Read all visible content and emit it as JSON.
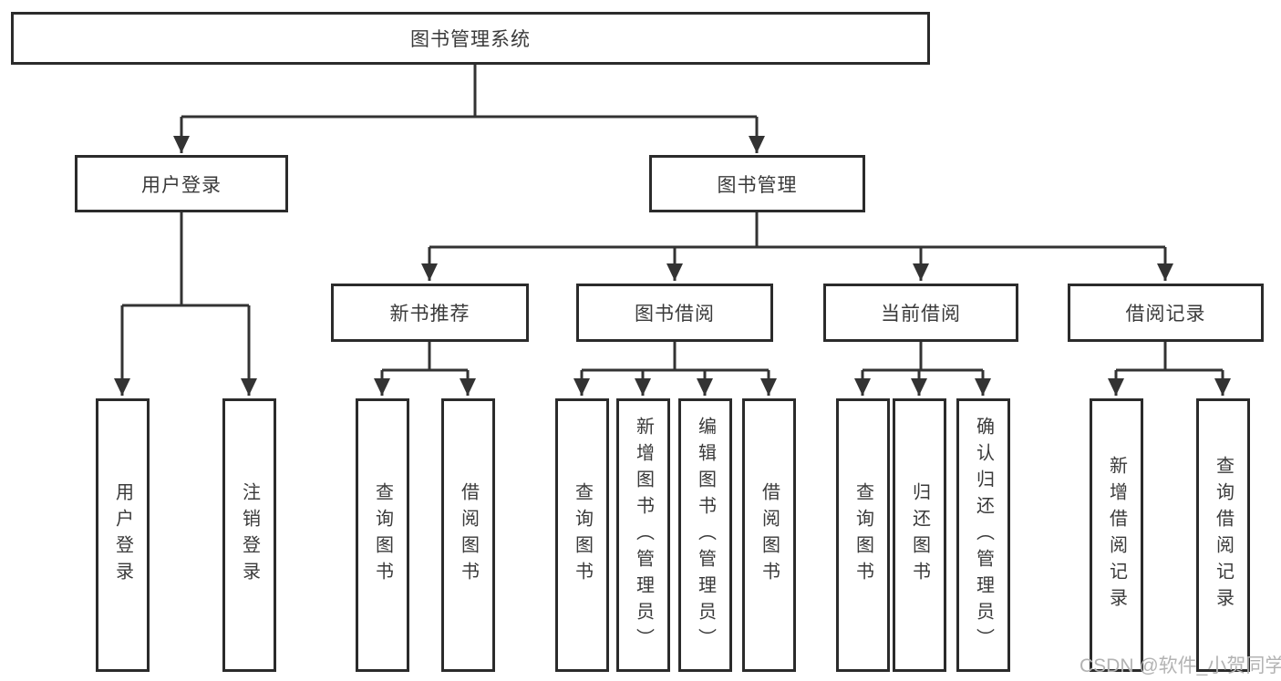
{
  "diagram": {
    "type": "tree",
    "title": "图书管理系统",
    "root": {
      "label": "图书管理系统"
    },
    "level2": [
      {
        "id": "user-login",
        "label": "用户登录"
      },
      {
        "id": "book-management",
        "label": "图书管理"
      }
    ],
    "level3": [
      {
        "id": "new-book-recommend",
        "parent": "图书管理",
        "label": "新书推荐"
      },
      {
        "id": "book-borrowing",
        "parent": "图书管理",
        "label": "图书借阅"
      },
      {
        "id": "current-borrowing",
        "parent": "图书管理",
        "label": "当前借阅"
      },
      {
        "id": "borrowing-records",
        "parent": "图书管理",
        "label": "借阅记录"
      }
    ],
    "leaves": [
      {
        "id": "user-login-leaf",
        "parent": "用户登录",
        "label": "用户登录"
      },
      {
        "id": "logout",
        "parent": "用户登录",
        "label": "注销登录"
      },
      {
        "id": "query-books-1",
        "parent": "新书推荐",
        "label": "查询图书"
      },
      {
        "id": "borrow-books-1",
        "parent": "新书推荐",
        "label": "借阅图书"
      },
      {
        "id": "query-books-2",
        "parent": "图书借阅",
        "label": "查询图书"
      },
      {
        "id": "add-books-admin",
        "parent": "图书借阅",
        "label": "新增图书（管理员）"
      },
      {
        "id": "edit-books-admin",
        "parent": "图书借阅",
        "label": "编辑图书（管理员）"
      },
      {
        "id": "borrow-books-2",
        "parent": "图书借阅",
        "label": "借阅图书"
      },
      {
        "id": "query-books-3",
        "parent": "当前借阅",
        "label": "查询图书"
      },
      {
        "id": "return-books",
        "parent": "当前借阅",
        "label": "归还图书"
      },
      {
        "id": "confirm-return-admin",
        "parent": "当前借阅",
        "label": "确认归还（管理员）"
      },
      {
        "id": "add-borrow-record",
        "parent": "借阅记录",
        "label": "新增借阅记录"
      },
      {
        "id": "query-borrow-record",
        "parent": "借阅记录",
        "label": "查询借阅记录"
      }
    ]
  },
  "watermark": {
    "text": "CSDN @软件_小贺同学"
  },
  "colors": {
    "line": "#333333",
    "box_border": "#2b2b2b",
    "text": "#3a3a3a",
    "watermark": "#b3b3b3",
    "background": "#ffffff"
  }
}
